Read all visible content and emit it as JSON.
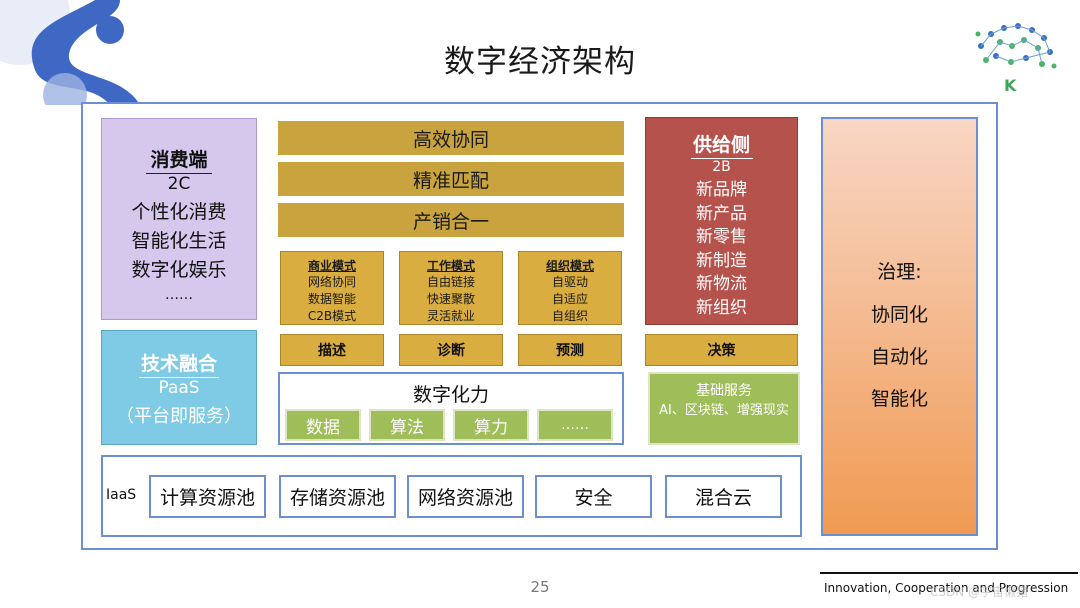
{
  "page": {
    "title": "数字经济架构",
    "page_number": "25",
    "footer_text": "Innovation, Cooperation and Progression",
    "watermark": "CSDN @宇宙懒猪"
  },
  "logo": {
    "letter": "K"
  },
  "consumer": {
    "title": "消费端",
    "subtitle": "2C",
    "lines": [
      "个性化消费",
      "智能化生活",
      "数字化娱乐",
      "……"
    ]
  },
  "tech": {
    "title": "技术融合",
    "subtitle": "PaaS",
    "desc": "（平台即服务）"
  },
  "center": {
    "bars": [
      "高效协同",
      "精准匹配",
      "产销合一"
    ],
    "modes": [
      {
        "title": "商业模式",
        "items": [
          "网络协同",
          "数据智能",
          "C2B模式"
        ]
      },
      {
        "title": "工作模式",
        "items": [
          "自由链接",
          "快速聚散",
          "灵活就业"
        ]
      },
      {
        "title": "组织模式",
        "items": [
          "自驱动",
          "自适应",
          "自组织"
        ]
      }
    ],
    "actions": [
      "描述",
      "诊断",
      "预测"
    ],
    "digital_power": {
      "title": "数字化力",
      "items": [
        "数据",
        "算法",
        "算力",
        "……"
      ]
    }
  },
  "supply": {
    "title": "供给侧",
    "subtitle": "2B",
    "items": [
      "新品牌",
      "新产品",
      "新零售",
      "新制造",
      "新物流",
      "新组织"
    ]
  },
  "decision": {
    "label": "决策"
  },
  "basic_service": {
    "title": "基础服务",
    "desc": "AI、区块链、增强现实"
  },
  "governance": {
    "title": "治理:",
    "items": [
      "协同化",
      "自动化",
      "智能化"
    ]
  },
  "iaas": {
    "label": "IaaS",
    "items": [
      "计算资源池",
      "存储资源池",
      "网络资源池",
      "安全",
      "混合云"
    ]
  },
  "colors": {
    "border_blue": "#6b8fd0",
    "gold": "#c8a33e",
    "red": "#b5524c",
    "purple": "#d6c8ec",
    "cyan": "#7fcbe6",
    "green": "#9fbd58",
    "orange": "#f0a060"
  }
}
